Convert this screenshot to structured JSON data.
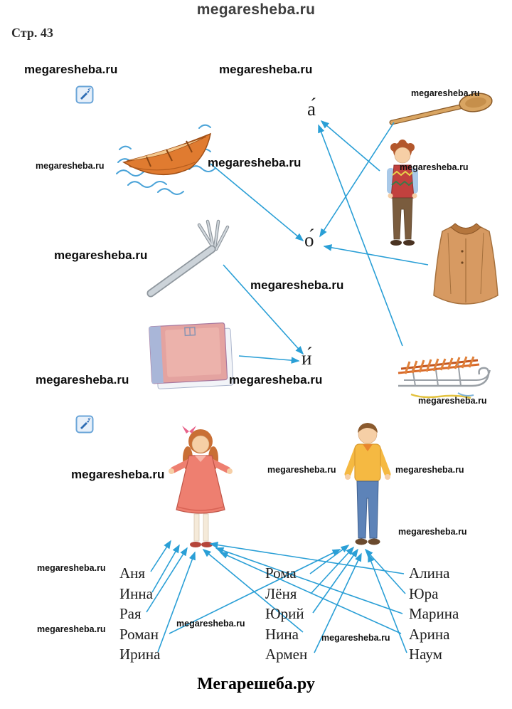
{
  "wm": "megaresheba.ru",
  "header": "megaresheba.ru",
  "page_label": "Стр. 43",
  "footer": "Мегарешеба.ру",
  "colors": {
    "arrow": "#2a9fd6",
    "watermark": "#0d0d0d",
    "header_text": "#3f3f3f"
  },
  "exercise1": {
    "letters": [
      "а́",
      "о́",
      "и́"
    ],
    "pictures": [
      "boat",
      "spoon",
      "boy",
      "fork",
      "coat",
      "book",
      "sled"
    ],
    "connections": [
      {
        "from": "boat",
        "to": "о́"
      },
      {
        "from": "spoon",
        "to": "о́"
      },
      {
        "from": "boy",
        "to": "а́"
      },
      {
        "from": "sled",
        "to": "а́"
      },
      {
        "from": "coat",
        "to": "о́"
      },
      {
        "from": "fork",
        "to": "и́"
      },
      {
        "from": "book",
        "to": "и́"
      }
    ]
  },
  "exercise2": {
    "figures": [
      "girl",
      "boy"
    ],
    "col1": [
      "Аня",
      "Инна",
      "Рая",
      "Роман",
      "Ирина"
    ],
    "col2": [
      "Рома",
      "Лёня",
      "Юрий",
      "Нина",
      "Армен"
    ],
    "col3": [
      "Алина",
      "Юра",
      "Марина",
      "Арина",
      "Наум"
    ],
    "connections": [
      {
        "name": "Аня",
        "to": "girl"
      },
      {
        "name": "Инна",
        "to": "girl"
      },
      {
        "name": "Рая",
        "to": "girl"
      },
      {
        "name": "Ирина",
        "to": "girl"
      },
      {
        "name": "Нина",
        "to": "girl"
      },
      {
        "name": "Алина",
        "to": "girl"
      },
      {
        "name": "Марина",
        "to": "girl"
      },
      {
        "name": "Арина",
        "to": "girl"
      },
      {
        "name": "Роман",
        "to": "boy"
      },
      {
        "name": "Рома",
        "to": "boy"
      },
      {
        "name": "Лёня",
        "to": "boy"
      },
      {
        "name": "Юрий",
        "to": "boy"
      },
      {
        "name": "Армен",
        "to": "boy"
      },
      {
        "name": "Юра",
        "to": "boy"
      },
      {
        "name": "Наум",
        "to": "boy"
      }
    ]
  }
}
